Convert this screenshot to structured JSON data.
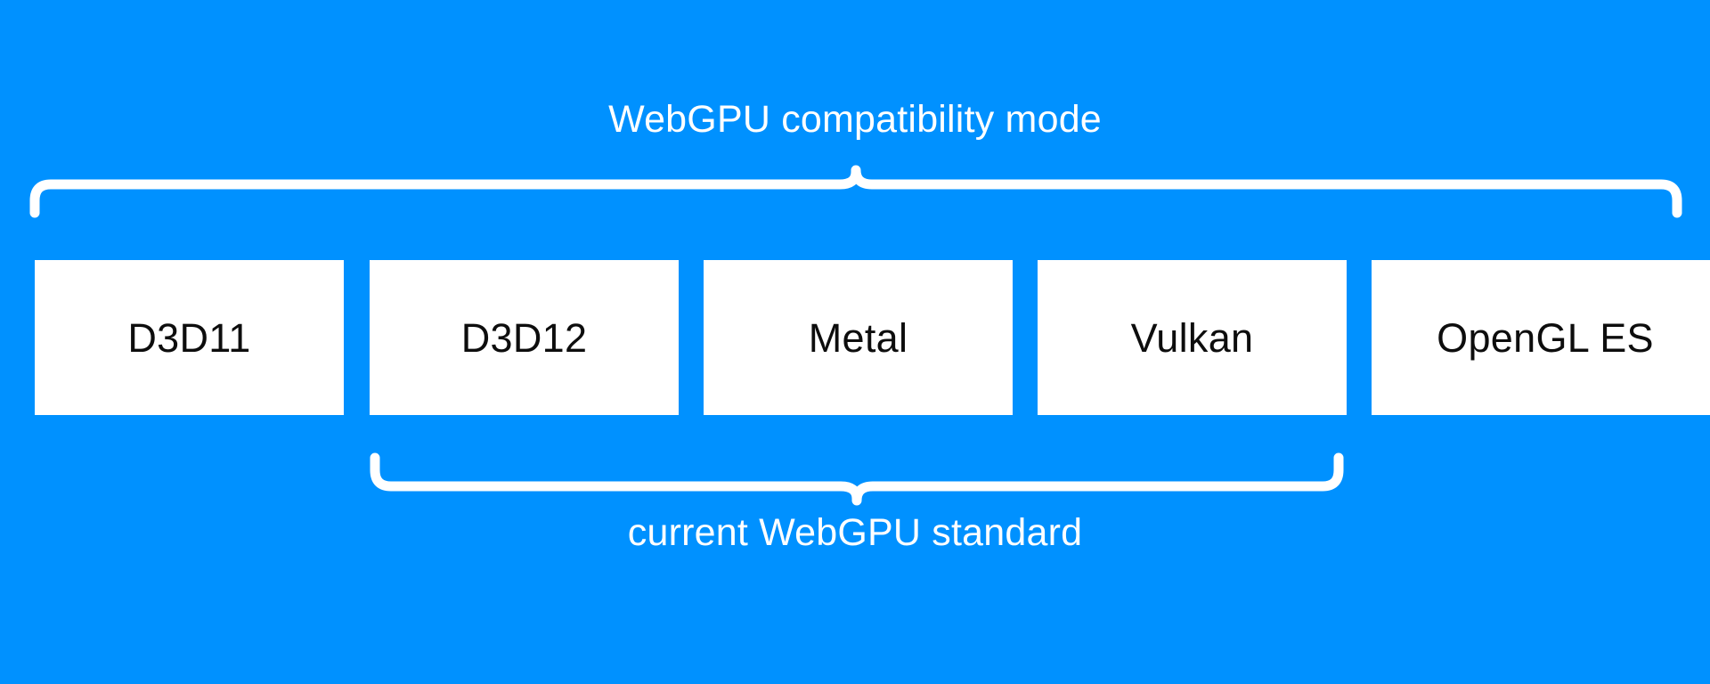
{
  "diagram": {
    "title": "WebGPU compatibility mode",
    "background_color": "#0091ff",
    "box_fill_color": "#ffffff",
    "box_text_color": "#0d0d0d",
    "brace_color": "#ffffff",
    "top_group": {
      "label": "WebGPU compatibility mode",
      "covers": [
        "D3D11",
        "D3D12",
        "Metal",
        "Vulkan",
        "OpenGL ES"
      ]
    },
    "bottom_group": {
      "label": "current WebGPU standard",
      "covers": [
        "D3D12",
        "Metal",
        "Vulkan"
      ]
    },
    "boxes": [
      {
        "label": "D3D11"
      },
      {
        "label": "D3D12"
      },
      {
        "label": "Metal"
      },
      {
        "label": "Vulkan"
      },
      {
        "label": "OpenGL ES"
      }
    ]
  }
}
